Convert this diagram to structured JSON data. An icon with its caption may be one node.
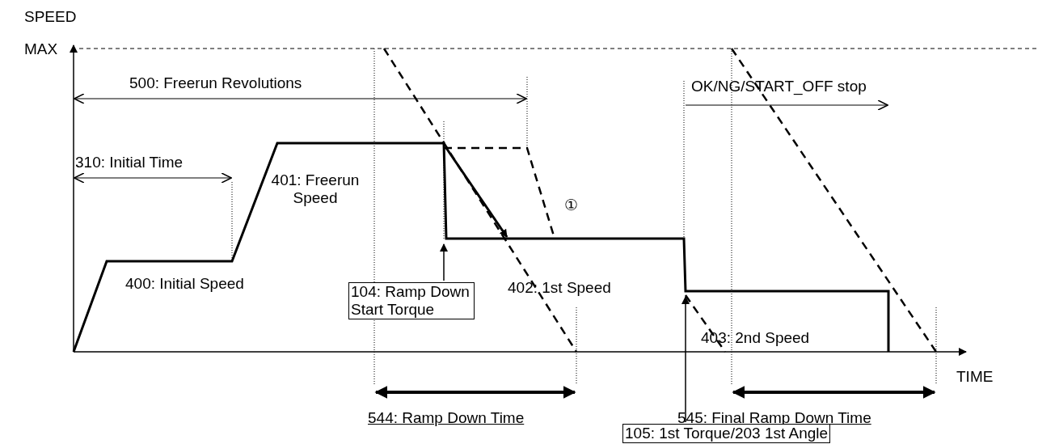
{
  "diagram": {
    "nodes": [
      {
        "text": [
          "104: Ramp Down Start Torque"
        ]
      },
      {
        "text": [
          "105: 1st Torque/203 1st Angle"
        ]
      }
    ],
    "edges": [
      {
        "from": 0,
        "to": null,
        "arrow": "to"
      },
      {
        "from": 1,
        "to": null,
        "arrow": "to"
      }
    ],
    "labels": [
      "SPEED",
      "MAX",
      "500: Freerun Revolutions",
      "OK/NG/START_OFF stop",
      "310: Initial Time",
      "401: Freerun Speed",
      "①",
      "400: Initial Speed",
      "402: 1st Speed",
      "403: 2nd Speed",
      "TIME",
      "544: Ramp Down Time",
      "545: Final Ramp Down Time"
    ]
  }
}
